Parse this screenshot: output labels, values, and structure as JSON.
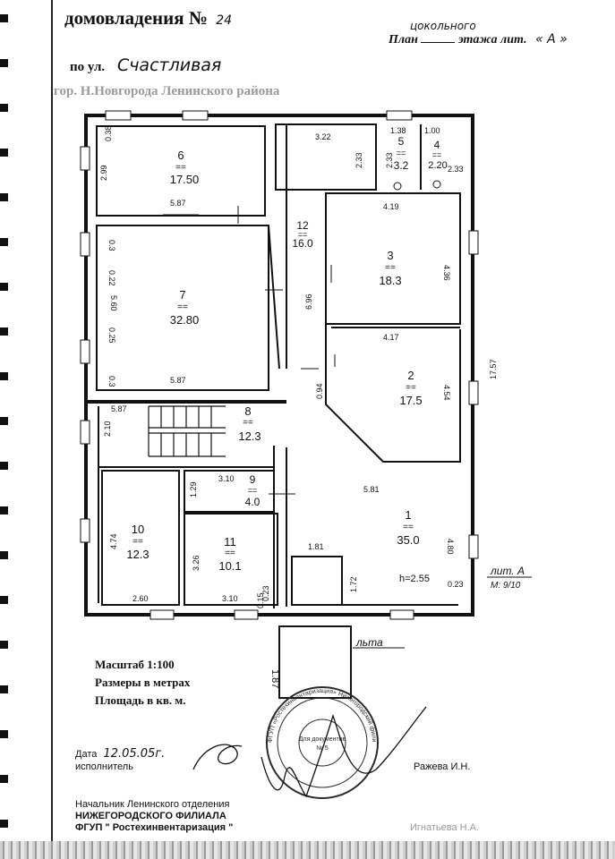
{
  "header": {
    "title_prefix": "домовладения №",
    "house_number": "24",
    "street_prefix": "по ул.",
    "street_name": "Счастливая",
    "city_line": "гор. Н.Новгорода Ленинского района",
    "plan_prefix": "План",
    "floor_handwritten": "цокольного",
    "plan_middle": "этажа лит.",
    "litera": "« А »"
  },
  "rooms": [
    {
      "num": "6",
      "area": "17.50"
    },
    {
      "num": "5",
      "area": "3.2"
    },
    {
      "num": "4",
      "area": "2.20"
    },
    {
      "num": "12",
      "area": "16.0"
    },
    {
      "num": "3",
      "area": "18.3"
    },
    {
      "num": "7",
      "area": "32.80"
    },
    {
      "num": "2",
      "area": "17.5"
    },
    {
      "num": "8",
      "area": "12.3"
    },
    {
      "num": "9",
      "area": "4.0"
    },
    {
      "num": "1",
      "area": "35.0"
    },
    {
      "num": "10",
      "area": "12.3"
    },
    {
      "num": "11",
      "area": "10.1"
    }
  ],
  "dimensions": {
    "d_0_38": "0.38",
    "d_2_99": "2.99",
    "d_5_87_top": "5.87",
    "d_3_22": "3.22",
    "d_1_38": "1.38",
    "d_1_00": "1.00",
    "d_2_33_a": "2.33",
    "d_2_33_b": "2.33",
    "d_2_33_c": "2.33",
    "d_4_19": "4.19",
    "d_4_36": "4.36",
    "d_0_3_a": "0.3",
    "d_0_22": "0.22",
    "d_5_60": "5.60",
    "d_0_25": "0.25",
    "d_0_3_b": "0.3",
    "d_5_87_mid": "5.87",
    "d_6_96": "6.96",
    "d_4_17": "4.17",
    "d_0_94": "0.94",
    "d_4_54": "4.54",
    "d_17_57": "17.57",
    "d_5_87_stairs": "5.87",
    "d_2_10": "2.10",
    "d_3_10_a": "3.10",
    "d_1_29": "1.29",
    "d_5_81": "5.81",
    "d_4_74": "4.74",
    "d_3_26": "3.26",
    "d_1_81": "1.81",
    "d_1_72": "1.72",
    "d_4_80": "4.80",
    "d_2_60": "2.60",
    "d_3_10_b": "3.10",
    "d_0_23_a": "0.23",
    "d_0_15": "0.15",
    "d_0_23_b": "0.23",
    "d_1_87": "1.87",
    "height": "h=2.55"
  },
  "annotations": {
    "lit_a": "лит. А",
    "scale_note": "М: 9/10",
    "lyta": "льта"
  },
  "legend": {
    "scale": "Масштаб 1:100",
    "units": "Размеры в метрах",
    "area_units": "Площадь в кв. м."
  },
  "footer": {
    "date_label": "Дата",
    "date_value": "12.05.05г.",
    "executor_label": "исполнитель",
    "executor_name": "Ражева И.Н.",
    "stamp_label": "Для документов",
    "stamp_number": "№ 5",
    "stamp_ring": "ФГУП «Ростехинвентаризация» Нижегородский филиал",
    "chief_line": "Начальник Ленинского отделения",
    "branch_line": "НИЖЕГОРОДСКОГО ФИЛИАЛА",
    "org_line": "ФГУП \" Ростехинвентаризация \"",
    "signer_name": "Игнатьева Н.А."
  },
  "colors": {
    "ink": "#111111",
    "stamp": "#2a2a2a",
    "faded": "#9a9a9a"
  }
}
